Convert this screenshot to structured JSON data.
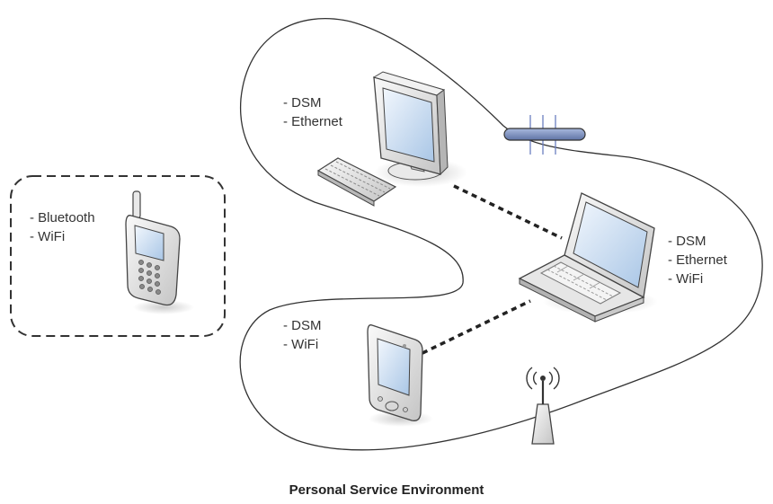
{
  "caption": "Personal Service Environment",
  "devices": {
    "desktop": {
      "name": "Desktop PC",
      "labels": [
        "- DSM",
        "- Ethernet"
      ],
      "icon": "desktop-computer-icon"
    },
    "laptop": {
      "name": "Laptop",
      "labels": [
        "- DSM",
        "- Ethernet",
        "- WiFi"
      ],
      "icon": "laptop-icon"
    },
    "pda": {
      "name": "PDA",
      "labels": [
        "- DSM",
        "- WiFi"
      ],
      "icon": "pda-icon"
    },
    "phone": {
      "name": "Mobile phone",
      "labels": [
        "- Bluetooth",
        "- WiFi"
      ],
      "icon": "mobile-phone-icon"
    },
    "hub": {
      "name": "Network hub",
      "icon": "network-hub-icon"
    },
    "access_point": {
      "name": "Wireless access point",
      "icon": "wireless-antenna-icon"
    }
  },
  "connections": [
    {
      "from": "desktop",
      "to": "laptop",
      "style": "dashed"
    },
    {
      "from": "pda",
      "to": "laptop",
      "style": "dashed"
    }
  ],
  "colors": {
    "outline": "#444444",
    "screen": "#cfe2f5",
    "device_body": "#e4e4e4",
    "hub": "#7b8fbd"
  }
}
